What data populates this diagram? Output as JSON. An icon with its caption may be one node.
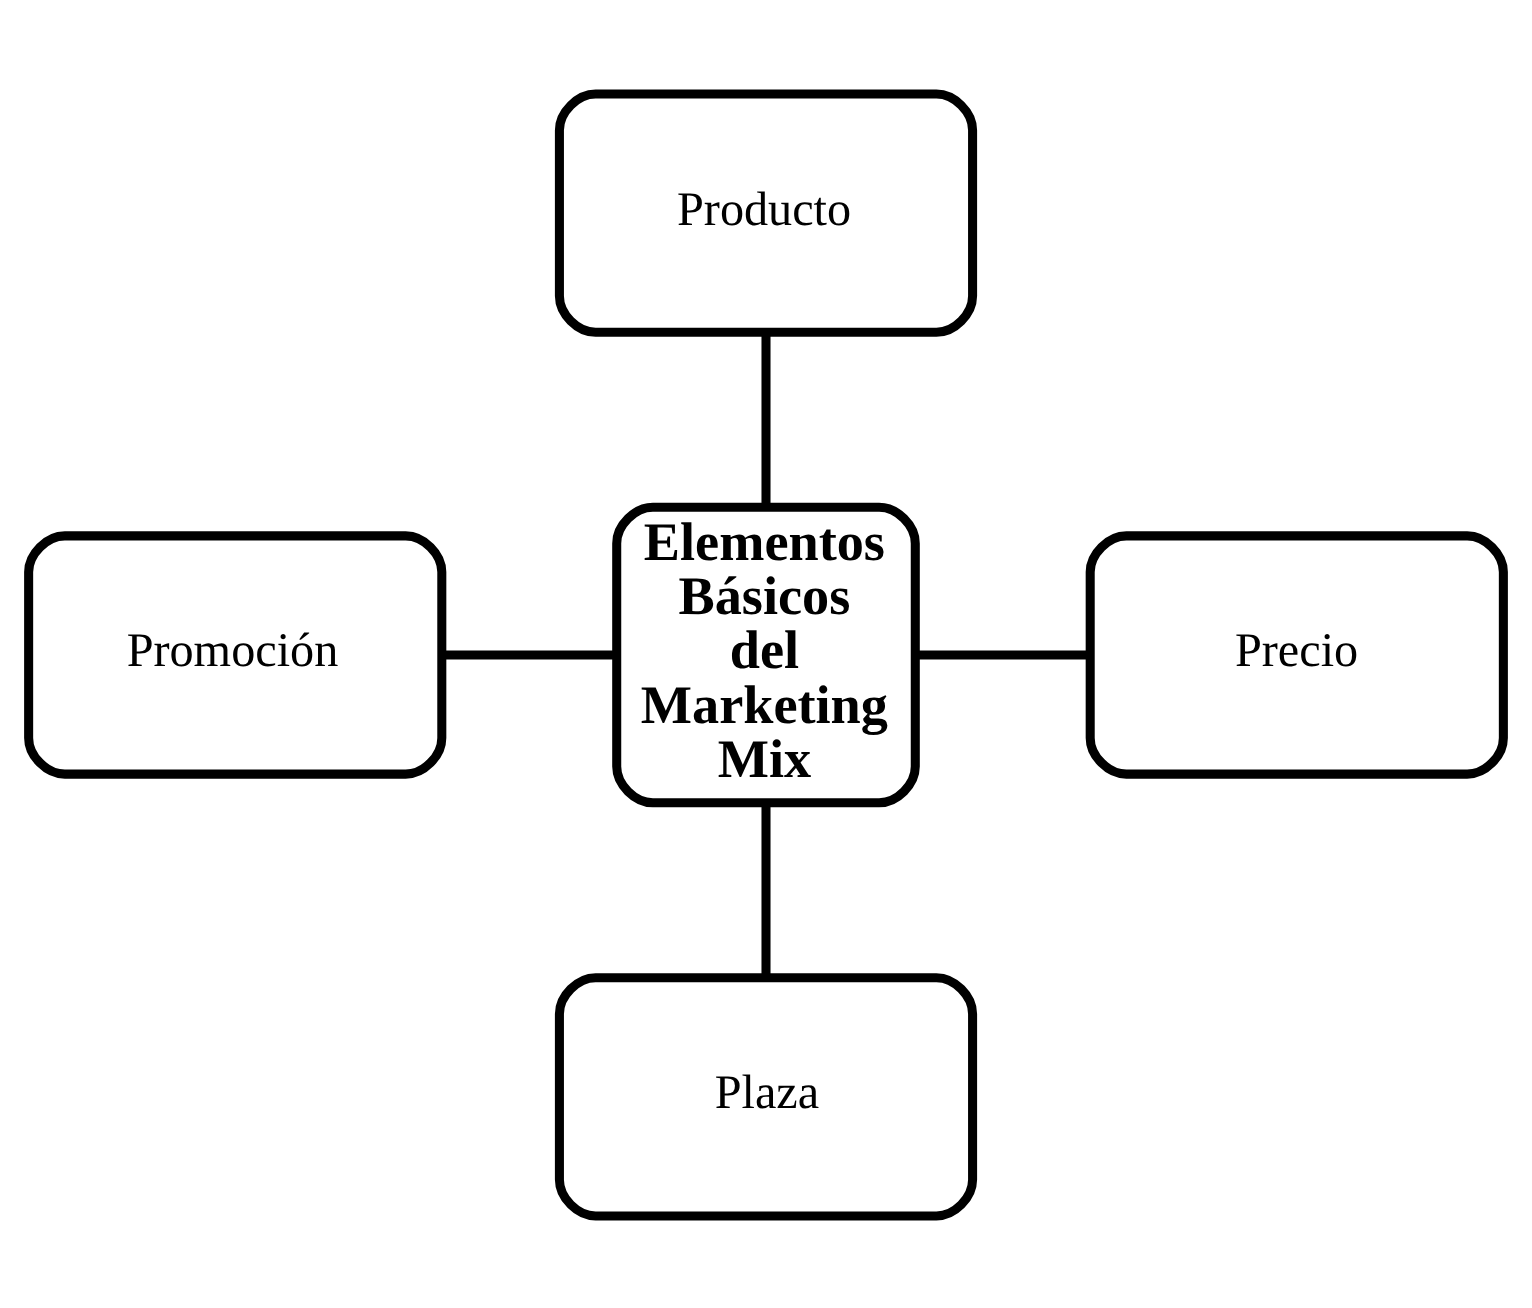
{
  "diagram": {
    "nodes": [
      {
        "text": [
          "Producto"
        ]
      },
      {
        "text": [
          "Promoción"
        ]
      },
      {
        "text": [
          "Elementos Básicos del Marketing Mix"
        ]
      },
      {
        "text": [
          "Precio"
        ]
      },
      {
        "text": [
          "Plaza"
        ]
      }
    ],
    "edges": [
      {
        "from": 2,
        "to": 0,
        "arrow": "none"
      },
      {
        "from": 2,
        "to": 1,
        "arrow": "none"
      },
      {
        "from": 2,
        "to": 3,
        "arrow": "none"
      },
      {
        "from": 2,
        "to": 4,
        "arrow": "none"
      }
    ]
  }
}
